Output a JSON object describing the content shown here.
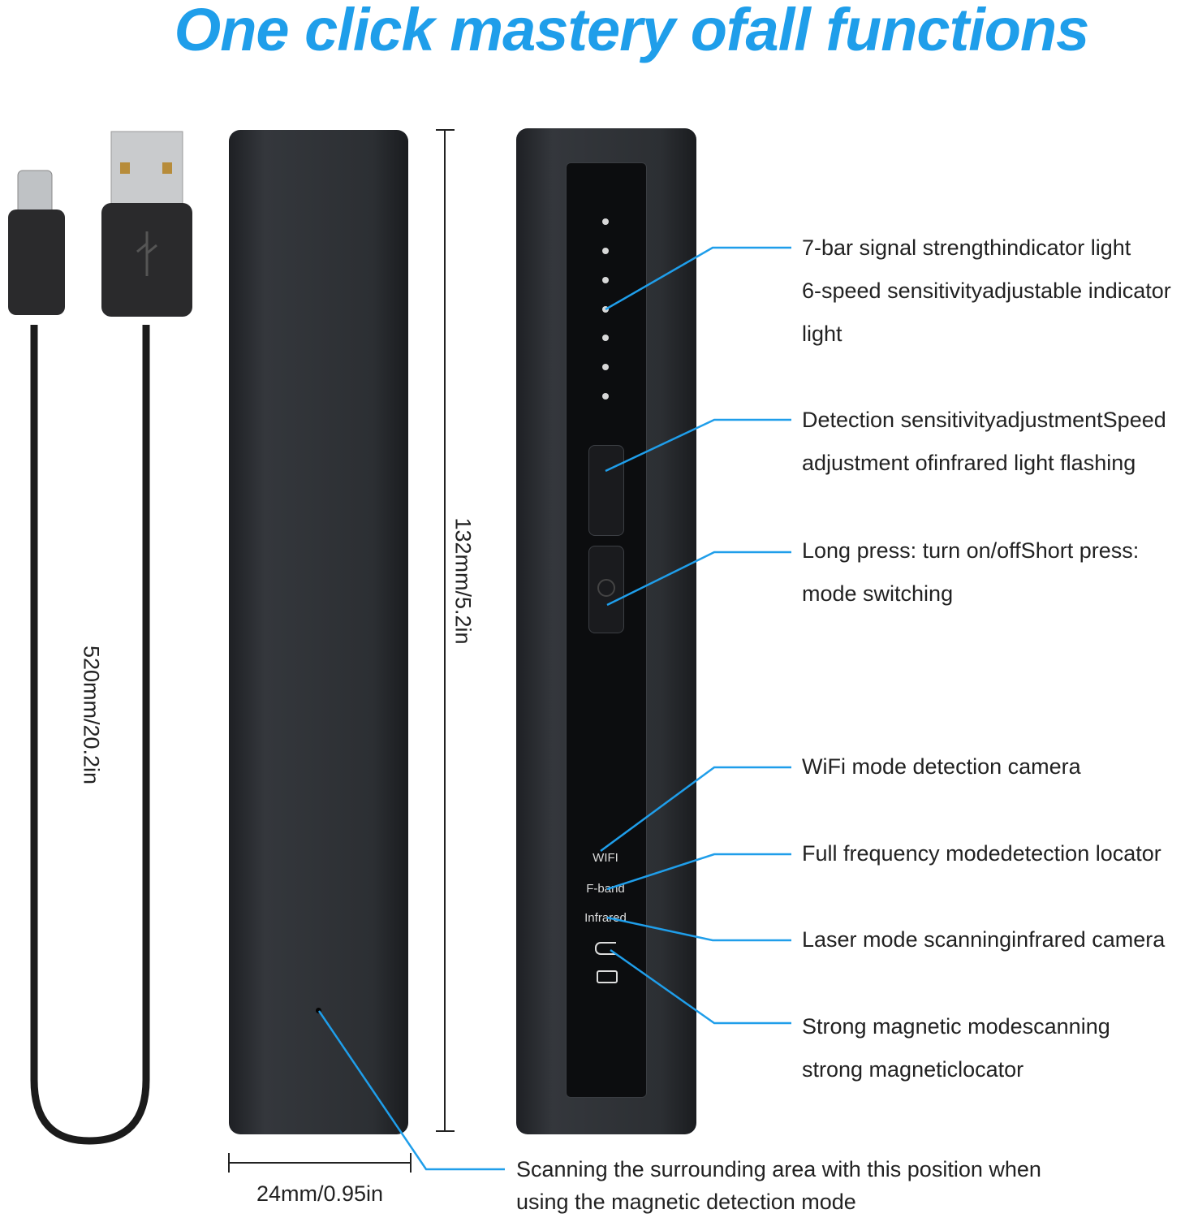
{
  "title": "One click mastery ofall functions",
  "dimensions": {
    "length": "132mm/5.2in",
    "width": "24mm/0.95in",
    "cable": "520mm/20.2in"
  },
  "panel_labels": {
    "wifi": "WIFI",
    "fband": "F-band",
    "infrared": "Infrared"
  },
  "callouts": {
    "signal": "7-bar signal strengthindicator light",
    "sensitivity": "6-speed sensitivityadjustable indicator light",
    "adjust": "Detection sensitivityadjustmentSpeed adjustment ofinfrared light flashing",
    "power": "Long press: turn on/offShort press: mode switching",
    "wifi": "WiFi mode detection camera",
    "fband": "Full frequency modedetection locator",
    "laser": "Laser mode scanninginfrared camera",
    "magnetic": "Strong magnetic modescanning strong magneticlocator",
    "scan_position": "Scanning the surrounding area with this position when using the magnetic detection mode"
  },
  "colors": {
    "accent": "#1f9eea",
    "device": "#2c2f33"
  }
}
